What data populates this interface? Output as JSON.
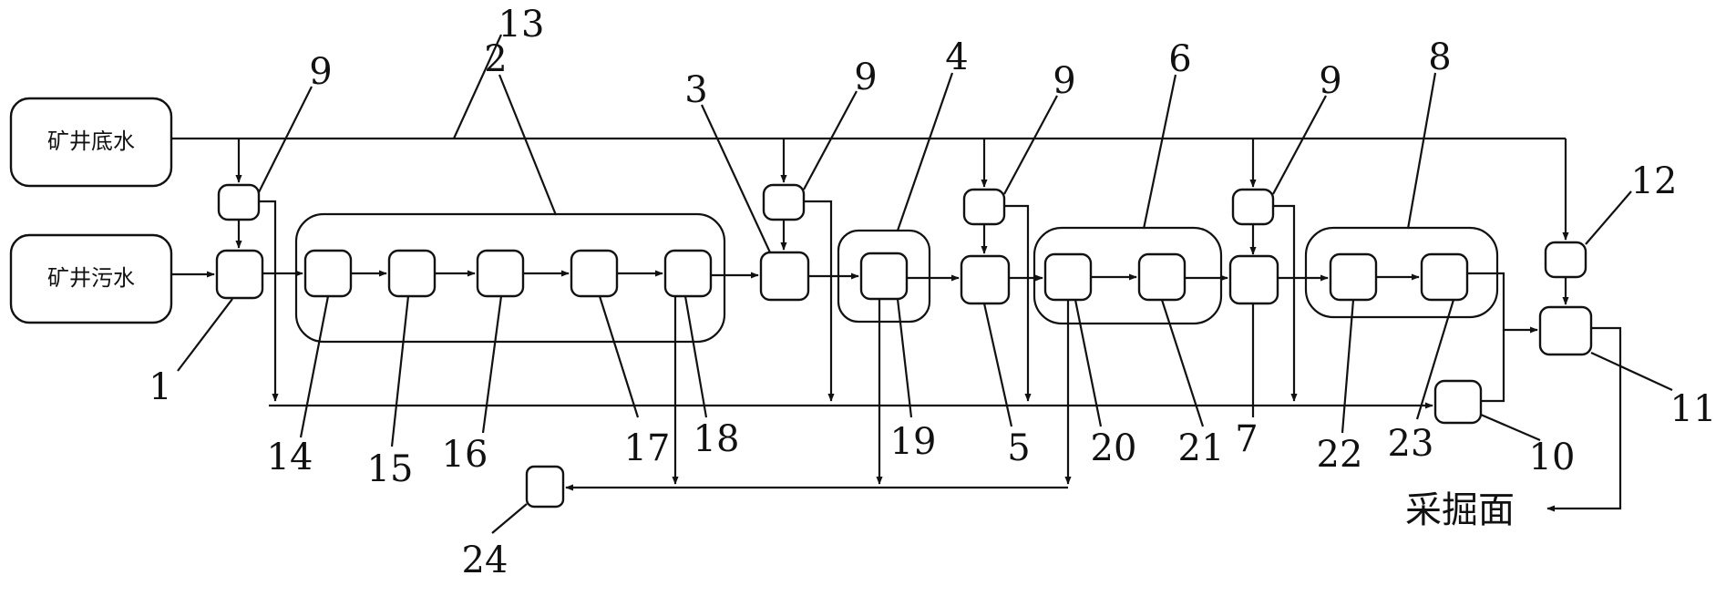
{
  "sources": {
    "bottom_water": "矿井底水",
    "sewage": "矿井污水"
  },
  "output": {
    "label": "采掘面"
  },
  "labels": {
    "n1": "1",
    "n2": "2",
    "n3": "3",
    "n4": "4",
    "n5": "5",
    "n6": "6",
    "n7": "7",
    "n8": "8",
    "n9a": "9",
    "n9b": "9",
    "n9c": "9",
    "n9d": "9",
    "n10": "10",
    "n11": "11",
    "n12": "12",
    "n13": "13",
    "n14": "14",
    "n15": "15",
    "n16": "16",
    "n17": "17",
    "n18": "18",
    "n19": "19",
    "n20": "20",
    "n21": "21",
    "n22": "22",
    "n23": "23",
    "n24": "24"
  }
}
